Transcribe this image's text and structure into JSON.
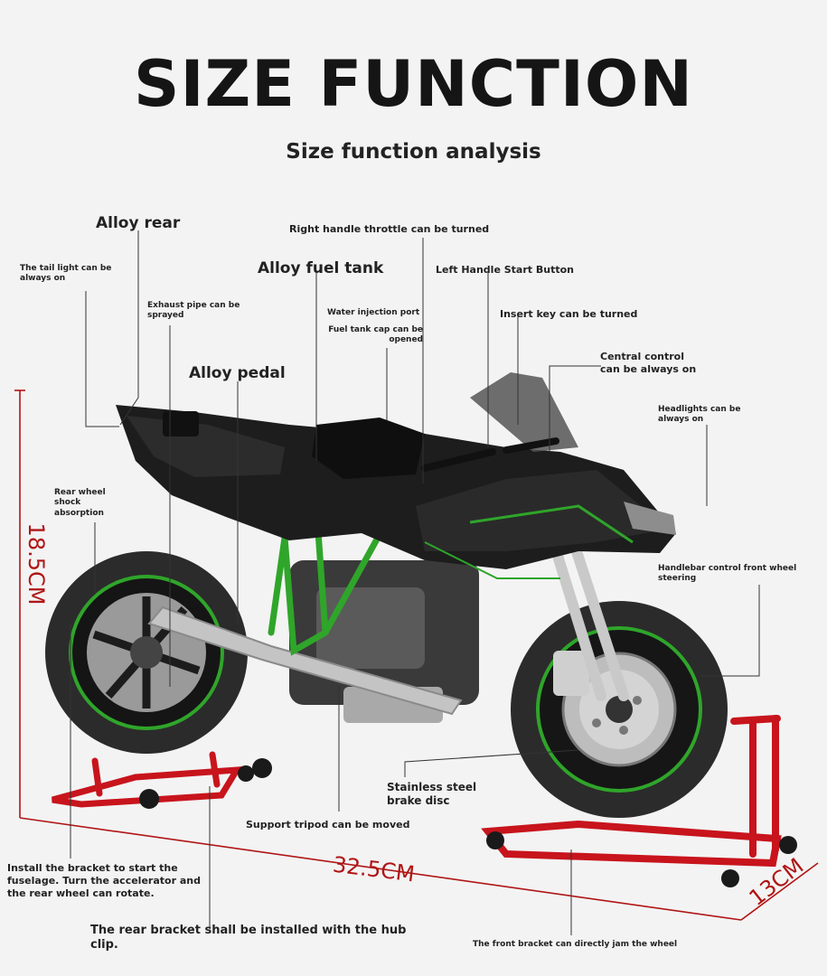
{
  "header": {
    "title": "SIZE FUNCTION",
    "subtitle": "Size function analysis"
  },
  "labels": {
    "alloy_rear": "Alloy rear",
    "right_throttle": "Right handle throttle can be turned",
    "tail_light": "The tail light can be always on",
    "alloy_fuel_tank": "Alloy fuel tank",
    "left_start": "Left Handle Start Button",
    "exhaust": "Exhaust pipe can be sprayed",
    "water_injection": "Water injection port",
    "fuel_cap": "Fuel tank cap can be opened",
    "insert_key": "Insert key can be turned",
    "alloy_pedal": "Alloy pedal",
    "central_control": "Central control can be always on",
    "headlights": "Headlights can be always on",
    "rear_shock": "Rear wheel shock absorption",
    "handlebar": "Handlebar control front wheel steering",
    "brake_disc": "Stainless steel brake disc",
    "support_tripod": "Support tripod can be moved",
    "install_bracket": "Install the bracket to start the fuselage. Turn the accelerator and the rear wheel can rotate.",
    "rear_bracket": "The rear bracket shall be installed with the hub clip.",
    "front_bracket": "The front bracket can directly jam the wheel"
  },
  "dimensions": {
    "height": "18.5CM",
    "length": "32.5CM",
    "width": "13CM"
  },
  "colors": {
    "dimension_red": "#b01515",
    "frame_green": "#2fa52a",
    "stand_red": "#c8141c"
  }
}
